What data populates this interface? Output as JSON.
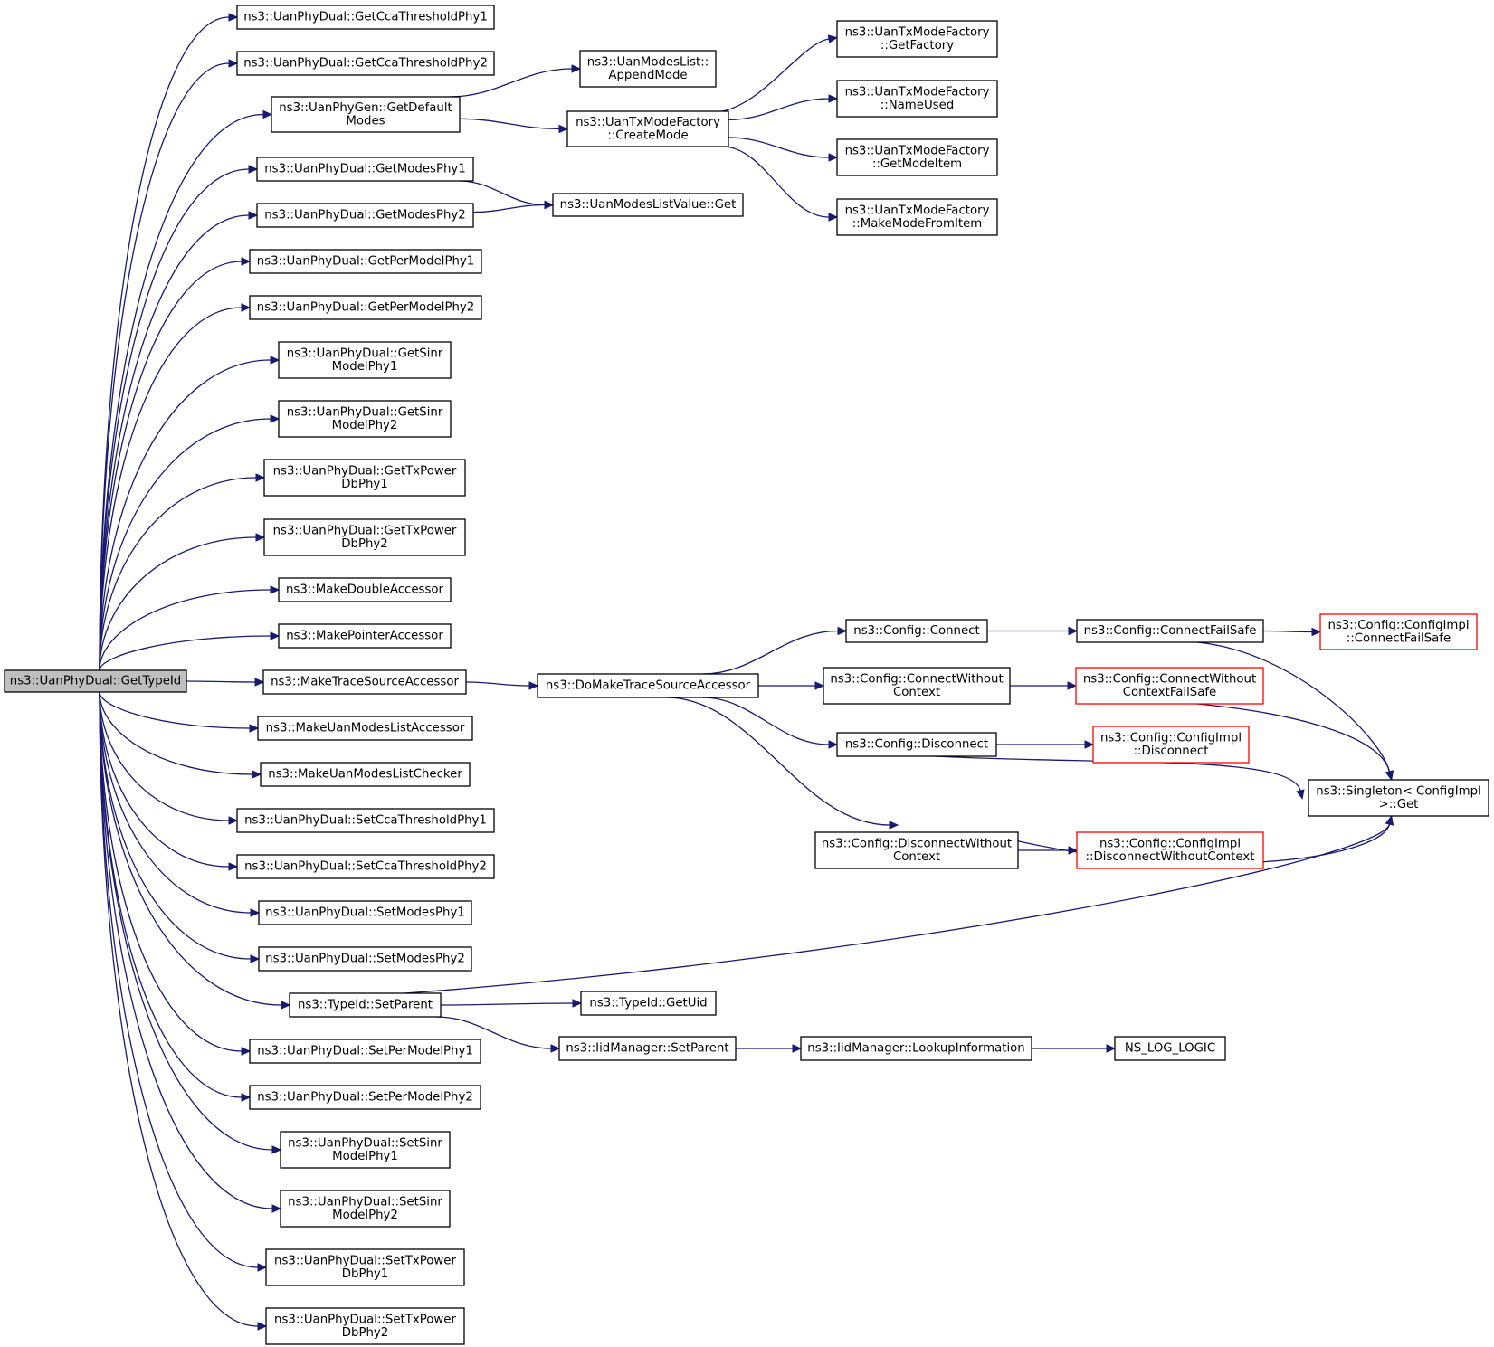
{
  "nodes": [
    {
      "id": "root",
      "lines": [
        "ns3::UanPhyDual::GetTypeId"
      ],
      "root": true
    },
    {
      "id": "n1",
      "lines": [
        "ns3::UanPhyDual::GetCcaThresholdPhy1"
      ]
    },
    {
      "id": "n2",
      "lines": [
        "ns3::UanPhyDual::GetCcaThresholdPhy2"
      ]
    },
    {
      "id": "n3",
      "lines": [
        "ns3::UanPhyGen::GetDefault",
        "Modes"
      ]
    },
    {
      "id": "n4",
      "lines": [
        "ns3::UanPhyDual::GetModesPhy1"
      ]
    },
    {
      "id": "n5",
      "lines": [
        "ns3::UanPhyDual::GetModesPhy2"
      ]
    },
    {
      "id": "n6",
      "lines": [
        "ns3::UanPhyDual::GetPerModelPhy1"
      ]
    },
    {
      "id": "n7",
      "lines": [
        "ns3::UanPhyDual::GetPerModelPhy2"
      ]
    },
    {
      "id": "n8",
      "lines": [
        "ns3::UanPhyDual::GetSinr",
        "ModelPhy1"
      ]
    },
    {
      "id": "n9",
      "lines": [
        "ns3::UanPhyDual::GetSinr",
        "ModelPhy2"
      ]
    },
    {
      "id": "n10",
      "lines": [
        "ns3::UanPhyDual::GetTxPower",
        "DbPhy1"
      ]
    },
    {
      "id": "n11",
      "lines": [
        "ns3::UanPhyDual::GetTxPower",
        "DbPhy2"
      ]
    },
    {
      "id": "n12",
      "lines": [
        "ns3::MakeDoubleAccessor"
      ]
    },
    {
      "id": "n13",
      "lines": [
        "ns3::MakePointerAccessor"
      ]
    },
    {
      "id": "n14",
      "lines": [
        "ns3::MakeTraceSourceAccessor"
      ]
    },
    {
      "id": "n15",
      "lines": [
        "ns3::MakeUanModesListAccessor"
      ]
    },
    {
      "id": "n16",
      "lines": [
        "ns3::MakeUanModesListChecker"
      ]
    },
    {
      "id": "n17",
      "lines": [
        "ns3::UanPhyDual::SetCcaThresholdPhy1"
      ]
    },
    {
      "id": "n18",
      "lines": [
        "ns3::UanPhyDual::SetCcaThresholdPhy2"
      ]
    },
    {
      "id": "n19",
      "lines": [
        "ns3::UanPhyDual::SetModesPhy1"
      ]
    },
    {
      "id": "n20",
      "lines": [
        "ns3::UanPhyDual::SetModesPhy2"
      ]
    },
    {
      "id": "n21",
      "lines": [
        "ns3::TypeId::SetParent"
      ]
    },
    {
      "id": "n22",
      "lines": [
        "ns3::UanPhyDual::SetPerModelPhy1"
      ]
    },
    {
      "id": "n23",
      "lines": [
        "ns3::UanPhyDual::SetPerModelPhy2"
      ]
    },
    {
      "id": "n24",
      "lines": [
        "ns3::UanPhyDual::SetSinr",
        "ModelPhy1"
      ]
    },
    {
      "id": "n25",
      "lines": [
        "ns3::UanPhyDual::SetSinr",
        "ModelPhy2"
      ]
    },
    {
      "id": "n26",
      "lines": [
        "ns3::UanPhyDual::SetTxPower",
        "DbPhy1"
      ]
    },
    {
      "id": "n27",
      "lines": [
        "ns3::UanPhyDual::SetTxPower",
        "DbPhy2"
      ]
    },
    {
      "id": "a1",
      "lines": [
        "ns3::UanModesList::",
        "AppendMode"
      ]
    },
    {
      "id": "a2",
      "lines": [
        "ns3::UanTxModeFactory",
        "::CreateMode"
      ]
    },
    {
      "id": "a3",
      "lines": [
        "ns3::UanModesListValue::Get"
      ]
    },
    {
      "id": "a4",
      "lines": [
        "ns3::DoMakeTraceSourceAccessor"
      ]
    },
    {
      "id": "a5",
      "lines": [
        "ns3::TypeId::GetUid"
      ]
    },
    {
      "id": "a6",
      "lines": [
        "ns3::IidManager::SetParent"
      ]
    },
    {
      "id": "b1",
      "lines": [
        "ns3::UanTxModeFactory",
        "::GetFactory"
      ]
    },
    {
      "id": "b2",
      "lines": [
        "ns3::UanTxModeFactory",
        "::NameUsed"
      ]
    },
    {
      "id": "b3",
      "lines": [
        "ns3::UanTxModeFactory",
        "::GetModeItem"
      ]
    },
    {
      "id": "b4",
      "lines": [
        "ns3::UanTxModeFactory",
        "::MakeModeFromItem"
      ]
    },
    {
      "id": "c1",
      "lines": [
        "ns3::Config::Connect"
      ]
    },
    {
      "id": "c2",
      "lines": [
        "ns3::Config::ConnectWithout",
        "Context"
      ]
    },
    {
      "id": "c3",
      "lines": [
        "ns3::Config::Disconnect"
      ]
    },
    {
      "id": "c4",
      "lines": [
        "ns3::Config::DisconnectWithout",
        "Context"
      ]
    },
    {
      "id": "c5",
      "lines": [
        "ns3::IidManager::LookupInformation"
      ]
    },
    {
      "id": "d1",
      "lines": [
        "ns3::Config::ConnectFailSafe"
      ]
    },
    {
      "id": "d2",
      "lines": [
        "ns3::Config::ConnectWithout",
        "ContextFailSafe"
      ],
      "trunc": true
    },
    {
      "id": "d3",
      "lines": [
        "ns3::Config::ConfigImpl",
        "::Disconnect"
      ],
      "trunc": true
    },
    {
      "id": "d4",
      "lines": [
        "ns3::Config::ConfigImpl",
        "::DisconnectWithoutContext"
      ],
      "trunc": true
    },
    {
      "id": "d5",
      "lines": [
        "NS_LOG_LOGIC"
      ]
    },
    {
      "id": "e1",
      "lines": [
        "ns3::Config::ConfigImpl",
        "::ConnectFailSafe"
      ],
      "trunc": true
    },
    {
      "id": "e2",
      "lines": [
        "ns3::Singleton< ConfigImpl",
        " >::Get"
      ]
    }
  ],
  "edges": [
    [
      "root",
      "n1"
    ],
    [
      "root",
      "n2"
    ],
    [
      "root",
      "n3"
    ],
    [
      "root",
      "n4"
    ],
    [
      "root",
      "n5"
    ],
    [
      "root",
      "n6"
    ],
    [
      "root",
      "n7"
    ],
    [
      "root",
      "n8"
    ],
    [
      "root",
      "n9"
    ],
    [
      "root",
      "n10"
    ],
    [
      "root",
      "n11"
    ],
    [
      "root",
      "n12"
    ],
    [
      "root",
      "n13"
    ],
    [
      "root",
      "n14"
    ],
    [
      "root",
      "n15"
    ],
    [
      "root",
      "n16"
    ],
    [
      "root",
      "n17"
    ],
    [
      "root",
      "n18"
    ],
    [
      "root",
      "n19"
    ],
    [
      "root",
      "n20"
    ],
    [
      "root",
      "n21"
    ],
    [
      "root",
      "n22"
    ],
    [
      "root",
      "n23"
    ],
    [
      "root",
      "n24"
    ],
    [
      "root",
      "n25"
    ],
    [
      "root",
      "n26"
    ],
    [
      "root",
      "n27"
    ],
    [
      "n3",
      "a1"
    ],
    [
      "n3",
      "a2"
    ],
    [
      "n4",
      "a3"
    ],
    [
      "n5",
      "a3"
    ],
    [
      "a2",
      "b1"
    ],
    [
      "a2",
      "b2"
    ],
    [
      "a2",
      "b3"
    ],
    [
      "a2",
      "b4"
    ],
    [
      "n14",
      "a4"
    ],
    [
      "a4",
      "c1"
    ],
    [
      "a4",
      "c2"
    ],
    [
      "a4",
      "c3"
    ],
    [
      "a4",
      "c4"
    ],
    [
      "c1",
      "d1"
    ],
    [
      "d1",
      "e1"
    ],
    [
      "d1",
      "e2"
    ],
    [
      "c2",
      "d2"
    ],
    [
      "d2",
      "e2"
    ],
    [
      "c3",
      "d3"
    ],
    [
      "c3",
      "e2"
    ],
    [
      "c4",
      "d4"
    ],
    [
      "c4",
      "e2"
    ],
    [
      "n21",
      "e2"
    ],
    [
      "n21",
      "a5"
    ],
    [
      "n21",
      "a6"
    ],
    [
      "a6",
      "c5"
    ],
    [
      "c5",
      "d5"
    ]
  ],
  "colors": {
    "edge": "#191970",
    "root_fill": "#bfbfbf",
    "truncated_border": "#ff0000"
  }
}
